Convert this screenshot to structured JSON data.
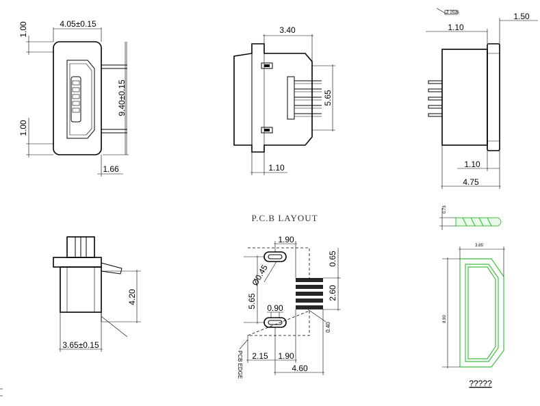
{
  "views": {
    "front": {
      "dim_width": "4.05±0.15",
      "dim_top": "1.00",
      "dim_bottom": "1.00",
      "dim_height": "9.40±0.15",
      "dim_pin_offset": "1.66"
    },
    "side": {
      "dim_top": "3.40",
      "dim_pitch": "5.65",
      "dim_bottom": "1.10"
    },
    "right": {
      "dim_top_right": "1.50",
      "dim_top_left": "1.10",
      "dim_bottom_inner": "1.10",
      "dim_bottom_total": "4.75",
      "note": "Z 2526"
    },
    "bottom_left": {
      "dim_height": "4.20",
      "dim_width": "3.65±0.15"
    },
    "pcb": {
      "title": "P.C.B LAYOUT",
      "dim_slot_spacing": "1.90",
      "dim_hole": "Ø0.45",
      "dim_pad_pitch": "0.65",
      "dim_vertical": "5.65",
      "dim_pad_block": "2.60",
      "dim_slot_width": "0.90",
      "dim_pad_width": "0.40",
      "dim_edge_left": "2.15",
      "dim_edge_mid": "1.90",
      "dim_total": "4.60",
      "edge_label": "PCB EDGE"
    },
    "gasket": {
      "dim_thickness": "0.75",
      "dim_width": "3.85",
      "dim_height": "8.90",
      "caption": "?????"
    }
  }
}
